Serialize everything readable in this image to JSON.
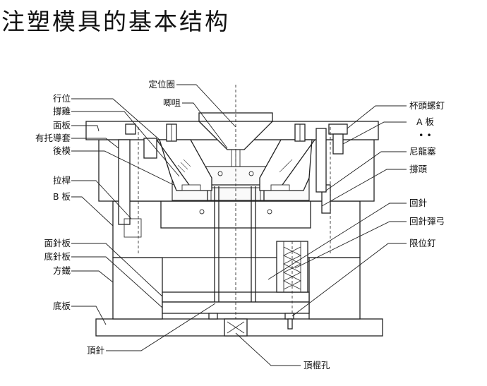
{
  "title": "注塑模具的基本结构",
  "labels": {
    "left": {
      "hang_wei": "行位",
      "cheng_ji": "撐雞",
      "mian_ban": "面板",
      "you_tuo_dao_tao": "有托導套",
      "hou_mo": "後模",
      "la_gan": "拉桿",
      "b_ban": "B 板",
      "mian_zhen_ban": "面針板",
      "di_zhen_ban": "底針板",
      "fang_tie": "方鐵",
      "di_ban": "底板"
    },
    "top": {
      "ding_wei_quan": "定位圈",
      "ma_ju": "唧咀"
    },
    "right": {
      "bei_tou_luo_ding": "杯頭螺釘",
      "a_ban": "A 板",
      "dots": "• •",
      "ni_long_sai": "尼龍塞",
      "cheng_tou": "撐頭",
      "hui_zhen": "回針",
      "hui_zhen_tan_gong": "回針彈弓",
      "xian_wei_ding": "限位釘"
    },
    "bottom": {
      "ding_zhen": "頂針",
      "ding_gun_kong": "頂棍孔"
    }
  }
}
